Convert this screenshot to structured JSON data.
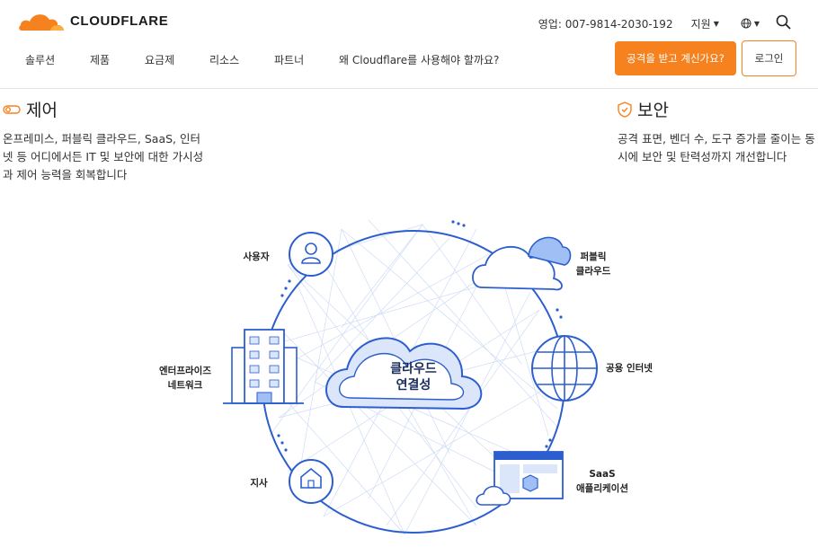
{
  "header": {
    "logo_text": "CLOUDFLARE",
    "sales": "영업: 007-9814-2030-192",
    "support": "지원",
    "nav": [
      "솔루션",
      "제품",
      "요금제",
      "리소스",
      "파트너",
      "왜 Cloudflare를 사용해야 할까요?"
    ],
    "attack_button": "공격을 받고 계신가요?",
    "login_button": "로그인"
  },
  "features": [
    {
      "title": "제어",
      "desc": "온프레미스, 퍼블릭 클라우드, SaaS, 인터넷 등 어디에서든 IT 및 보안에 대한 가시성과 제어 능력을 회복합니다"
    },
    {
      "title": "보안",
      "desc": "공격 표면, 벤더 수, 도구 증가를 줄이는 동시에 보안 및 탄력성까지 개선합니다"
    }
  ],
  "diagram": {
    "center_line1": "클라우드",
    "center_line2": "연결성",
    "users": "사용자",
    "public_cloud_1": "퍼블릭",
    "public_cloud_2": "클라우드",
    "enterprise_1": "엔터프라이즈",
    "enterprise_2": "네트워크",
    "internet": "공용 인터넷",
    "branch": "지사",
    "saas_1": "SaaS",
    "saas_2": "애플리케이션"
  },
  "colors": {
    "accent": "#f6821f",
    "blue": "#2c5ecf",
    "light_blue": "#dbe6fb"
  }
}
